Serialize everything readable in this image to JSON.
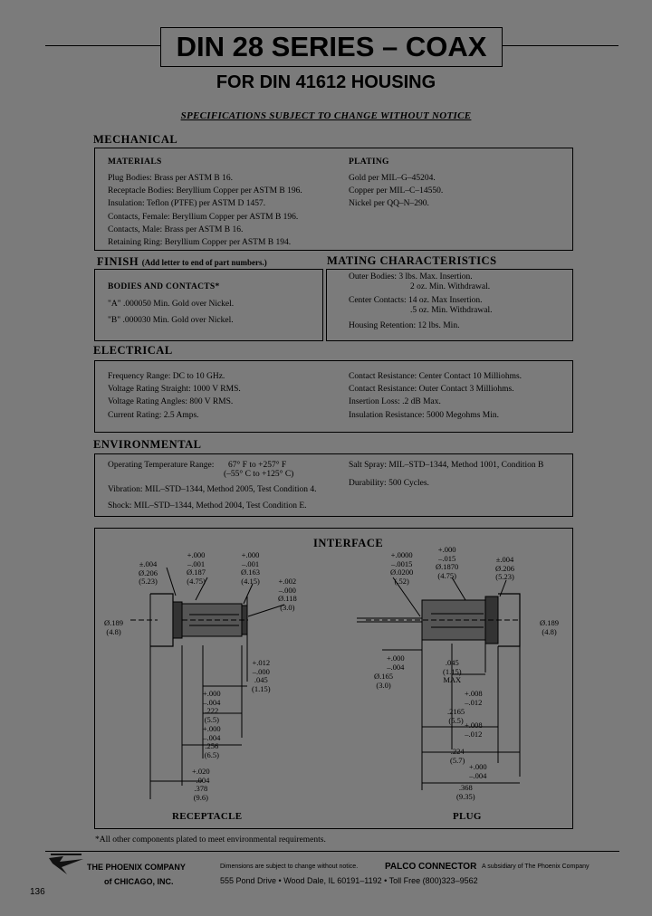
{
  "header": {
    "title": "DIN 28 SERIES – COAX",
    "subtitle": "FOR DIN 41612 HOUSING",
    "notice": "SPECIFICATIONS SUBJECT TO CHANGE WITHOUT NOTICE"
  },
  "mechanical": {
    "heading": "MECHANICAL",
    "materials_heading": "MATERIALS",
    "materials": [
      "Plug Bodies: Brass per ASTM B 16.",
      "Receptacle Bodies: Beryllium Copper per ASTM B 196.",
      "Insulation: Teflon (PTFE) per ASTM D 1457.",
      "Contacts, Female: Beryllium Copper per ASTM B 196.",
      "Contacts, Male: Brass per ASTM B 16.",
      "Retaining  Ring: Beryllium Copper per ASTM B 194."
    ],
    "plating_heading": "PLATING",
    "plating": [
      "Gold per MIL–G–45204.",
      "Copper per MIL–C–14550.",
      "Nickel per QQ–N–290."
    ]
  },
  "finish": {
    "heading": "FINISH",
    "note": "(Add letter to end of part numbers.)",
    "sub_heading": "BODIES AND CONTACTS*",
    "items": [
      "\"A\"  .000050 Min. Gold over Nickel.",
      "\"B\"  .000030 Min. Gold over Nickel."
    ]
  },
  "mating": {
    "heading": "MATING CHARACTERISTICS",
    "lines": [
      "Outer Bodies: 3 lbs. Max. Insertion.",
      "2 oz. Min. Withdrawal.",
      "Center Contacts: 14 oz. Max Insertion.",
      ".5 oz. Min. Withdrawal.",
      "Housing Retention: 12 lbs. Min."
    ]
  },
  "electrical": {
    "heading": "ELECTRICAL",
    "left": [
      "Frequency Range: DC to 10 GHz.",
      "Voltage Rating Straight: 1000 V RMS.",
      "Voltage Rating Angles: 800 V RMS.",
      "Current Rating: 2.5 Amps."
    ],
    "right": [
      "Contact Resistance: Center Contact 10 Milliohms.",
      "Contact Resistance: Outer Contact 3 Milliohms.",
      "Insertion Loss: .2 dB Max.",
      "Insulation Resistance: 5000 Megohms Min."
    ]
  },
  "environmental": {
    "heading": "ENVIRONMENTAL",
    "temp_label": "Operating Temperature Range:",
    "temp_f": "67° F to +257° F",
    "temp_c": "(–55° C to +125° C)",
    "vibration": "Vibration: MIL–STD–1344, Method 2005, Test Condition 4.",
    "shock": "Shock: MIL–STD–1344, Method 2004, Test Condition E.",
    "salt": "Salt Spray: MIL–STD–1344, Method 1001, Condition B",
    "durability": "Durability: 500 Cycles."
  },
  "interface": {
    "heading": "INTERFACE",
    "receptacle_label": "RECEPTACLE",
    "plug_label": "PLUG",
    "receptacle_dims": {
      "d206": [
        "±.004",
        "Ø.206",
        "(5.23)"
      ],
      "d187": [
        "+.000",
        "–.001",
        "Ø.187",
        "(4.75)"
      ],
      "d163": [
        "+.000",
        "–.001",
        "Ø.163",
        "(4.15)"
      ],
      "d118": [
        "+.002",
        "–.000",
        "Ø.118",
        "(3.0)"
      ],
      "d189": [
        "Ø.189",
        "(4.8)"
      ],
      "l045": [
        "+.012",
        "–.000",
        ".045",
        "(1.15)"
      ],
      "l222": [
        "+.000",
        "–.004",
        ".222",
        "(5.5)"
      ],
      "l256": [
        "+.000",
        "–.004",
        ".256",
        "(6.5)"
      ],
      "l378": [
        "+.020",
        "–.004",
        ".378",
        "(9.6)"
      ]
    },
    "plug_dims": {
      "d0200": [
        "+.0000",
        "–.0015",
        "Ø.0200",
        "(.52)"
      ],
      "d1870": [
        "+.000",
        "–.015",
        "Ø.1870",
        "(4.75)"
      ],
      "d206": [
        "±.004",
        "Ø.206",
        "(5.23)"
      ],
      "d189": [
        "Ø.189",
        "(4.8)"
      ],
      "d165": [
        "+.000",
        "–.004",
        "Ø.165",
        "(3.0)"
      ],
      "l045": [
        ".045",
        "(1.15)",
        "MAX"
      ],
      "l2165": [
        "+.008",
        "–.012",
        ".2165",
        "(5.5)"
      ],
      "l224": [
        "+.008",
        "–.012",
        ".224",
        "(5.7)"
      ],
      "l368": [
        "+.000",
        "–.004",
        ".368",
        "(9.35)"
      ]
    }
  },
  "footer": {
    "note": "*All other components plated to meet environmental requirements.",
    "company_line1": "THE PHOENIX COMPANY",
    "company_line2": "of CHICAGO, INC.",
    "disclaimer": "Dimensions are subject to change without notice.",
    "palco": "PALCO CONNECTOR",
    "subsidiary": "A subsidiary of The Phoenix Company",
    "address": "555 Pond Drive • Wood Dale, IL 60191–1192 • Toll Free (800)323–9562",
    "page_number": "136"
  }
}
